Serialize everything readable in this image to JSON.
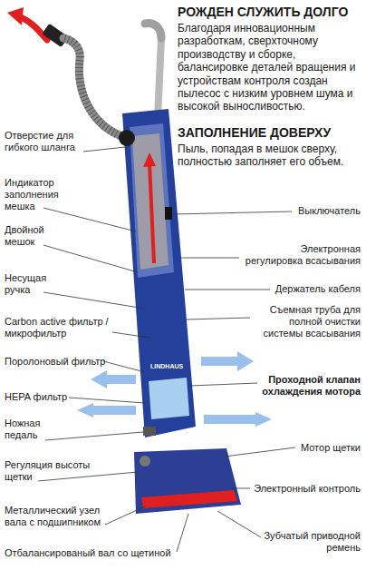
{
  "diagram": {
    "labels": [
      "Отверстие для гибкого шланга",
      "Индикатор заполнения мешка",
      "Двойной мешок",
      "Несущая ручка",
      "Carbon active фильтр / микрофильтр",
      "Поролоновый фильтр",
      "HEPA фильтр",
      "Ножная педаль",
      "Регуляция высоты щетки",
      "Металлический узел вала с подшипником",
      "Отбалансированый вал со щетиной",
      "Выключатель",
      "Электронная регулировка всасывания",
      "Держатель кабеля",
      "Съемная труба для полной очистки системы всасывания",
      "Проходной клапан охлаждения мотора",
      "Мотор щетки",
      "Электронный контроль",
      "Зубчатый приводной ремень",
      "РОЖДЕН СЛУЖИТЬ ДОЛГО",
      "Благодаря инновационным разработкам, сверхточному производству и сборке, балансировке деталей вращения и устройствам контроля создан пылесос с низким уровнем шума и высокой выносливостью.",
      "ЗАПОЛНЕНИЕ ДОВЕРХУ",
      "Пыль, попадая в мешок сверху, полностью заполняет его объем.",
      "LINDHAUS"
    ]
  }
}
